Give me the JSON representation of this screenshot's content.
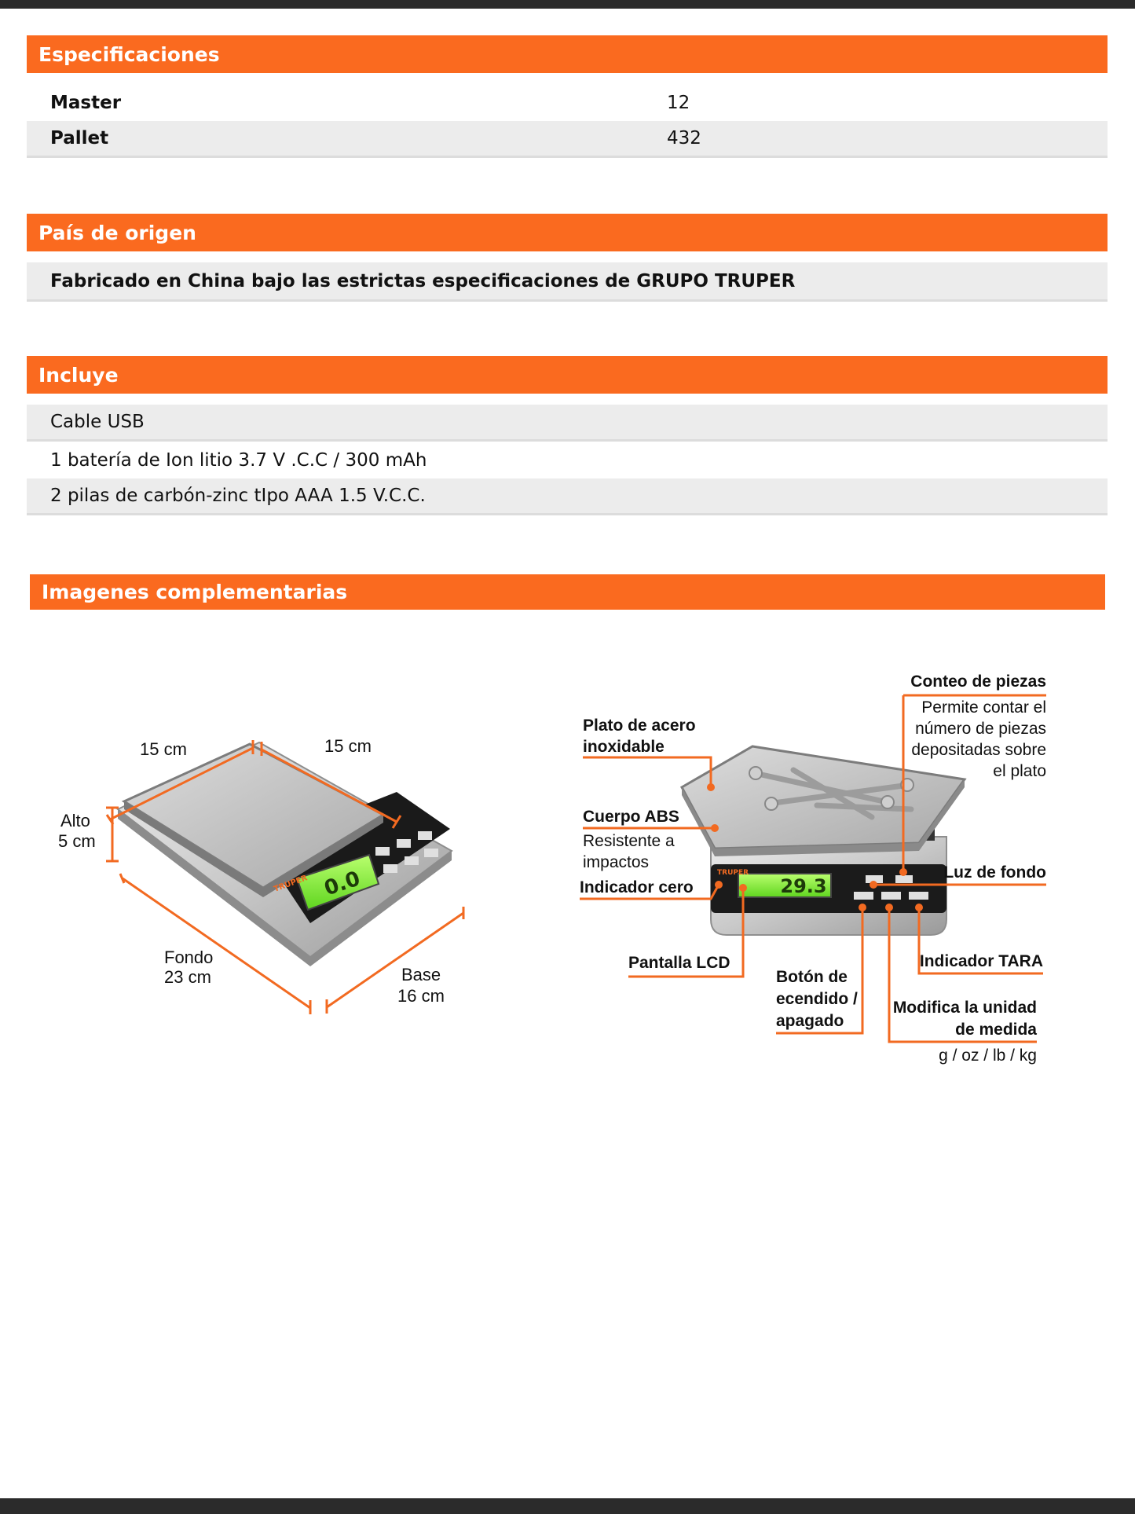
{
  "especificaciones": {
    "title": "Especificaciones",
    "rows": [
      {
        "label": "Master",
        "value": "12"
      },
      {
        "label": "Pallet",
        "value": "432"
      }
    ]
  },
  "origen": {
    "title": "País de origen",
    "text": "Fabricado en China bajo las estrictas especificaciones de GRUPO TRUPER"
  },
  "incluye": {
    "title": "Incluye",
    "items": [
      "Cable USB",
      "1 batería de Ion litio 3.7 V .C.C / 300 mAh",
      "2 pilas de carbón-zinc tIpo AAA 1.5 V.C.C."
    ]
  },
  "imagenes": {
    "title": "Imagenes complementarias",
    "dimensions": {
      "width_label": "15 cm",
      "depth_label": "15 cm",
      "alto_label": "Alto",
      "alto_value": "5 cm",
      "fondo_label": "Fondo",
      "fondo_value": "23 cm",
      "base_label": "Base",
      "base_value": "16 cm",
      "display_reading": "0.0",
      "brand": "TRUPER"
    },
    "callouts": {
      "plato_1": "Plato de acero",
      "plato_2": "inoxidable",
      "cuerpo_title": "Cuerpo ABS",
      "cuerpo_1": "Resistente a",
      "cuerpo_2": "impactos",
      "indicador_cero": "Indicador cero",
      "pantalla": "Pantalla LCD",
      "boton_1": "Botón de",
      "boton_2": "ecendido /",
      "boton_3": "apagado",
      "conteo_title": "Conteo de piezas",
      "conteo_1": "Permite contar el",
      "conteo_2": "número de piezas",
      "conteo_3": "depositadas sobre",
      "conteo_4": "el plato",
      "luz": "Luz de fondo",
      "tara": "Indicador TARA",
      "unidad_1": "Modifica la unidad",
      "unidad_2": "de medida",
      "unidad_3": "g / oz / lb / kg",
      "display_reading": "29.3",
      "brand": "TRUPER"
    }
  },
  "colors": {
    "accent": "#fa6a1f",
    "row_shade": "#ececec",
    "bar": "#2b2b2b"
  }
}
